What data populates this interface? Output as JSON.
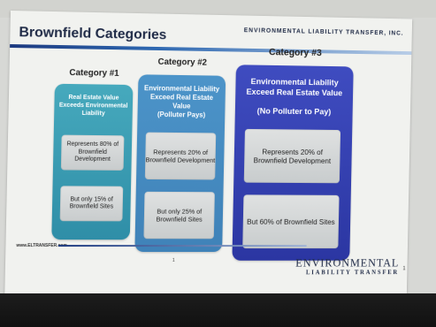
{
  "slide": {
    "title": "Brownfield Categories",
    "company": "ENVIRONMENTAL LIABILITY TRANSFER, INC.",
    "footer_url": "www.ELTRANSFER.com",
    "page_number": "1",
    "corner_number": "1",
    "logo": {
      "main": "ENVIRONMENTAL",
      "sub": "LIABILITY TRANSFER"
    }
  },
  "categories": [
    {
      "label": "Category #1",
      "heading": "Real Estate Value Exceeds Environmental Liability",
      "subheading": "",
      "box1": "Represents 80% of Brownfield Development",
      "box2": "But only 15% of Brownfield Sites",
      "color": "#3a9db4"
    },
    {
      "label": "Category #2",
      "heading": "Environmental Liability Exceed Real Estate Value",
      "subheading": "(Polluter Pays)",
      "box1": "Represents 20% of Brownfield Development",
      "box2": "But only 25% of Brownfield Sites",
      "color": "#4589c0"
    },
    {
      "label": "Category #3",
      "heading": "Environmental Liability Exceed Real Estate Value",
      "subheading": "(No Polluter to Pay)",
      "box1": "Represents 20% of Brownfield Development",
      "box2": "But 60% of Brownfield Sites",
      "color": "#3340b2"
    }
  ]
}
